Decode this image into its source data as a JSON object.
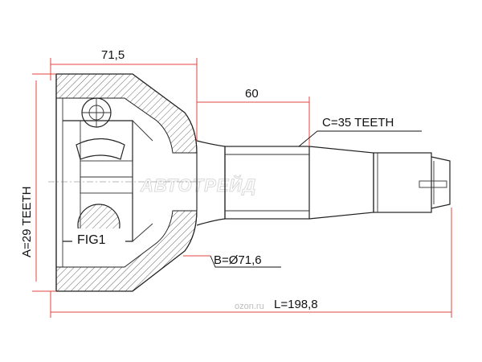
{
  "dimensions": {
    "top_width": "71,5",
    "shaft_length": "60",
    "teeth_inner": "C=35 TEETH",
    "teeth_outer": "A=29 TEETH",
    "diameter": "B=Ø71,6",
    "total_length": "L=198,8"
  },
  "figure_label": "FIG1",
  "watermark": {
    "brand": "АВТОТРЕЙД",
    "site": "ozon.ru"
  },
  "colors": {
    "dimension_line": "#e0443c",
    "outline": "#222222",
    "watermark": "#d9d9d9"
  }
}
